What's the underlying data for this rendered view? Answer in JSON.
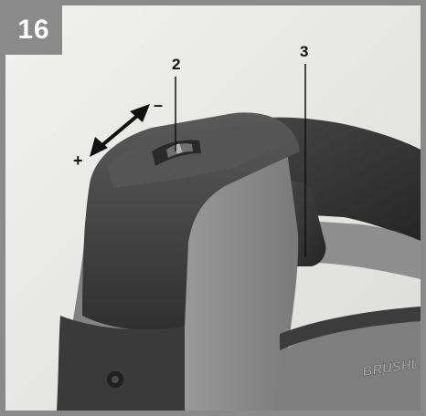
{
  "figure": {
    "number": "16",
    "callouts": [
      "2",
      "3"
    ],
    "direction_minus": "–",
    "direction_plus": "+",
    "brand_text": "BRUSHL",
    "colors": {
      "frame": "#8a8a8a",
      "background": "#e9e9e7",
      "tool_dark": "#3a3a3a",
      "tool_grey": "#8c8c8c"
    }
  }
}
